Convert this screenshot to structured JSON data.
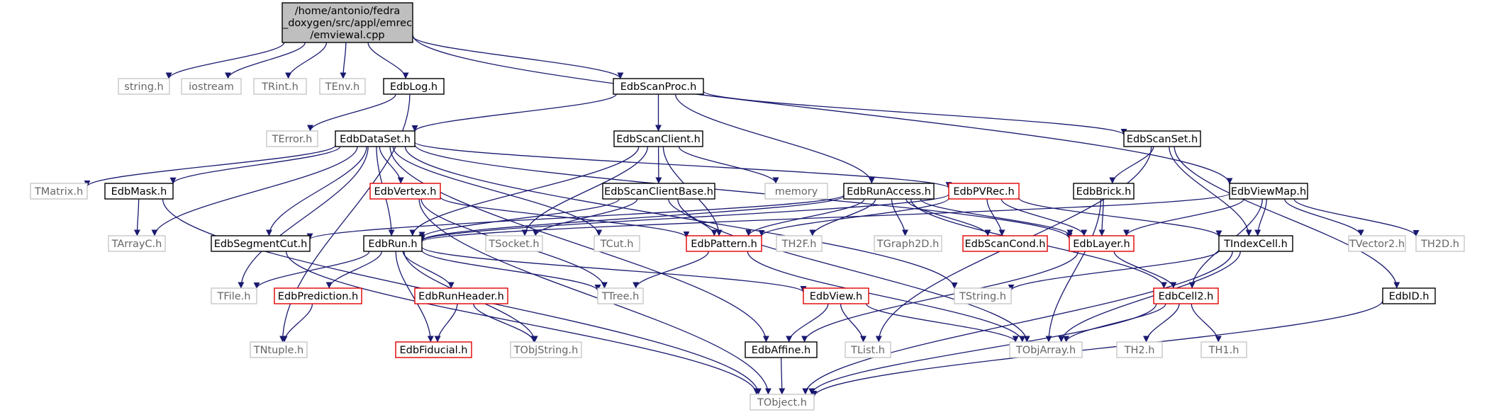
{
  "diagram": {
    "root_id": "emviewal",
    "colors": {
      "edge": "#191970",
      "root_fill": "#bfbfbf",
      "documented_border": "#000000",
      "incomplete_border": "#e00000",
      "external_border": "#c8c8c8"
    },
    "nodes": [
      {
        "id": "emviewal",
        "style": "root",
        "lines": [
          "/home/antonio/fedra",
          "_doxygen/src/appl/emrec",
          "/emviewal.cpp"
        ]
      },
      {
        "id": "string_h",
        "style": "gray",
        "lines": [
          "string.h"
        ]
      },
      {
        "id": "iostream",
        "style": "gray",
        "lines": [
          "iostream"
        ]
      },
      {
        "id": "TRint_h",
        "style": "gray",
        "lines": [
          "TRint.h"
        ]
      },
      {
        "id": "TEnv_h",
        "style": "gray",
        "lines": [
          "TEnv.h"
        ]
      },
      {
        "id": "EdbLog_h",
        "style": "black",
        "lines": [
          "EdbLog.h"
        ]
      },
      {
        "id": "EdbScanProc_h",
        "style": "black",
        "lines": [
          "EdbScanProc.h"
        ]
      },
      {
        "id": "TError_h",
        "style": "gray",
        "lines": [
          "TError.h"
        ]
      },
      {
        "id": "EdbDataSet_h",
        "style": "black",
        "lines": [
          "EdbDataSet.h"
        ]
      },
      {
        "id": "EdbScanClient_h",
        "style": "black",
        "lines": [
          "EdbScanClient.h"
        ]
      },
      {
        "id": "EdbScanSet_h",
        "style": "black",
        "lines": [
          "EdbScanSet.h"
        ]
      },
      {
        "id": "TMatrix_h",
        "style": "gray",
        "lines": [
          "TMatrix.h"
        ]
      },
      {
        "id": "EdbMask_h",
        "style": "black",
        "lines": [
          "EdbMask.h"
        ]
      },
      {
        "id": "EdbVertex_h",
        "style": "red",
        "lines": [
          "EdbVertex.h"
        ]
      },
      {
        "id": "EdbScanClientBase_h",
        "style": "black",
        "lines": [
          "EdbScanClientBase.h"
        ]
      },
      {
        "id": "memory",
        "style": "gray",
        "lines": [
          "memory"
        ]
      },
      {
        "id": "EdbRunAccess_h",
        "style": "black",
        "lines": [
          "EdbRunAccess.h"
        ]
      },
      {
        "id": "EdbPVRec_h",
        "style": "red",
        "lines": [
          "EdbPVRec.h"
        ]
      },
      {
        "id": "EdbBrick_h",
        "style": "black",
        "lines": [
          "EdbBrick.h"
        ]
      },
      {
        "id": "EdbViewMap_h",
        "style": "black",
        "lines": [
          "EdbViewMap.h"
        ]
      },
      {
        "id": "TArrayC_h",
        "style": "gray",
        "lines": [
          "TArrayC.h"
        ]
      },
      {
        "id": "EdbSegmentCut_h",
        "style": "black",
        "lines": [
          "EdbSegmentCut.h"
        ]
      },
      {
        "id": "EdbRun_h",
        "style": "black",
        "lines": [
          "EdbRun.h"
        ]
      },
      {
        "id": "TSocket_h",
        "style": "gray",
        "lines": [
          "TSocket.h"
        ]
      },
      {
        "id": "TCut_h",
        "style": "gray",
        "lines": [
          "TCut.h"
        ]
      },
      {
        "id": "EdbPattern_h",
        "style": "red",
        "lines": [
          "EdbPattern.h"
        ]
      },
      {
        "id": "TH2F_h",
        "style": "gray",
        "lines": [
          "TH2F.h"
        ]
      },
      {
        "id": "TGraph2D_h",
        "style": "gray",
        "lines": [
          "TGraph2D.h"
        ]
      },
      {
        "id": "EdbScanCond_h",
        "style": "red",
        "lines": [
          "EdbScanCond.h"
        ]
      },
      {
        "id": "EdbLayer_h",
        "style": "red",
        "lines": [
          "EdbLayer.h"
        ]
      },
      {
        "id": "TIndexCell_h",
        "style": "black",
        "lines": [
          "TIndexCell.h"
        ]
      },
      {
        "id": "TVector2_h",
        "style": "gray",
        "lines": [
          "TVector2.h"
        ]
      },
      {
        "id": "TH2D_h",
        "style": "gray",
        "lines": [
          "TH2D.h"
        ]
      },
      {
        "id": "TFile_h",
        "style": "gray",
        "lines": [
          "TFile.h"
        ]
      },
      {
        "id": "EdbPrediction_h",
        "style": "red",
        "lines": [
          "EdbPrediction.h"
        ]
      },
      {
        "id": "EdbRunHeader_h",
        "style": "red",
        "lines": [
          "EdbRunHeader.h"
        ]
      },
      {
        "id": "TTree_h",
        "style": "gray",
        "lines": [
          "TTree.h"
        ]
      },
      {
        "id": "EdbView_h",
        "style": "red",
        "lines": [
          "EdbView.h"
        ]
      },
      {
        "id": "TString_h",
        "style": "gray",
        "lines": [
          "TString.h"
        ]
      },
      {
        "id": "EdbCell2_h",
        "style": "red",
        "lines": [
          "EdbCell2.h"
        ]
      },
      {
        "id": "EdbID_h",
        "style": "black",
        "lines": [
          "EdbID.h"
        ]
      },
      {
        "id": "TNtuple_h",
        "style": "gray",
        "lines": [
          "TNtuple.h"
        ]
      },
      {
        "id": "EdbFiducial_h",
        "style": "red",
        "lines": [
          "EdbFiducial.h"
        ]
      },
      {
        "id": "TObjString_h",
        "style": "gray",
        "lines": [
          "TObjString.h"
        ]
      },
      {
        "id": "EdbAffine_h",
        "style": "black",
        "lines": [
          "EdbAffine.h"
        ]
      },
      {
        "id": "TList_h",
        "style": "gray",
        "lines": [
          "TList.h"
        ]
      },
      {
        "id": "TObjArray_h",
        "style": "gray",
        "lines": [
          "TObjArray.h"
        ]
      },
      {
        "id": "TH2_h",
        "style": "gray",
        "lines": [
          "TH2.h"
        ]
      },
      {
        "id": "TH1_h",
        "style": "gray",
        "lines": [
          "TH1.h"
        ]
      },
      {
        "id": "TObject_h",
        "style": "gray",
        "lines": [
          "TObject.h"
        ]
      }
    ],
    "edges": [
      [
        "emviewal",
        "string_h"
      ],
      [
        "emviewal",
        "iostream"
      ],
      [
        "emviewal",
        "TRint_h"
      ],
      [
        "emviewal",
        "TEnv_h"
      ],
      [
        "emviewal",
        "EdbLog_h"
      ],
      [
        "emviewal",
        "EdbScanProc_h"
      ],
      [
        "emviewal",
        "EdbViewMap_h"
      ],
      [
        "EdbLog_h",
        "TError_h"
      ],
      [
        "EdbLog_h",
        "TNtuple_h"
      ],
      [
        "EdbScanProc_h",
        "EdbDataSet_h"
      ],
      [
        "EdbScanProc_h",
        "EdbScanClient_h"
      ],
      [
        "EdbScanProc_h",
        "EdbScanSet_h"
      ],
      [
        "EdbScanProc_h",
        "EdbRunAccess_h"
      ],
      [
        "EdbDataSet_h",
        "TMatrix_h"
      ],
      [
        "EdbDataSet_h",
        "EdbMask_h"
      ],
      [
        "EdbDataSet_h",
        "EdbVertex_h"
      ],
      [
        "EdbDataSet_h",
        "EdbPVRec_h"
      ],
      [
        "EdbDataSet_h",
        "TArrayC_h"
      ],
      [
        "EdbDataSet_h",
        "EdbSegmentCut_h"
      ],
      [
        "EdbDataSet_h",
        "EdbRun_h"
      ],
      [
        "EdbDataSet_h",
        "TCut_h"
      ],
      [
        "EdbDataSet_h",
        "EdbLayer_h"
      ],
      [
        "EdbDataSet_h",
        "TFile_h"
      ],
      [
        "EdbDataSet_h",
        "TString_h"
      ],
      [
        "EdbDataSet_h",
        "EdbAffine_h"
      ],
      [
        "EdbMask_h",
        "TArrayC_h"
      ],
      [
        "EdbMask_h",
        "TObject_h"
      ],
      [
        "EdbVertex_h",
        "EdbPattern_h"
      ],
      [
        "EdbVertex_h",
        "TTree_h"
      ],
      [
        "EdbVertex_h",
        "TObject_h"
      ],
      [
        "EdbScanClient_h",
        "memory"
      ],
      [
        "EdbScanClient_h",
        "EdbScanClientBase_h"
      ],
      [
        "EdbScanClient_h",
        "TSocket_h"
      ],
      [
        "EdbScanClient_h",
        "EdbRun_h"
      ],
      [
        "EdbScanClient_h",
        "EdbPattern_h"
      ],
      [
        "EdbScanClientBase_h",
        "EdbRun_h"
      ],
      [
        "EdbScanClientBase_h",
        "TSocket_h"
      ],
      [
        "EdbScanClientBase_h",
        "EdbPattern_h"
      ],
      [
        "EdbScanClientBase_h",
        "TObjArray_h"
      ],
      [
        "EdbRunAccess_h",
        "EdbSegmentCut_h"
      ],
      [
        "EdbRunAccess_h",
        "EdbRun_h"
      ],
      [
        "EdbRunAccess_h",
        "EdbPattern_h"
      ],
      [
        "EdbRunAccess_h",
        "TH2F_h"
      ],
      [
        "EdbRunAccess_h",
        "TGraph2D_h"
      ],
      [
        "EdbRunAccess_h",
        "EdbScanCond_h"
      ],
      [
        "EdbRunAccess_h",
        "EdbLayer_h"
      ],
      [
        "EdbRunAccess_h",
        "EdbCell2_h"
      ],
      [
        "EdbPVRec_h",
        "EdbPattern_h"
      ],
      [
        "EdbPVRec_h",
        "EdbScanCond_h"
      ],
      [
        "EdbPVRec_h",
        "EdbLayer_h"
      ],
      [
        "EdbPVRec_h",
        "TIndexCell_h"
      ],
      [
        "EdbPVRec_h",
        "EdbRun_h"
      ],
      [
        "EdbScanSet_h",
        "EdbBrick_h"
      ],
      [
        "EdbScanSet_h",
        "TIndexCell_h"
      ],
      [
        "EdbScanSet_h",
        "EdbID_h"
      ],
      [
        "EdbScanSet_h",
        "TList_h"
      ],
      [
        "EdbBrick_h",
        "EdbLayer_h"
      ],
      [
        "EdbBrick_h",
        "TObjArray_h"
      ],
      [
        "EdbViewMap_h",
        "EdbRun_h"
      ],
      [
        "EdbViewMap_h",
        "EdbLayer_h"
      ],
      [
        "EdbViewMap_h",
        "TIndexCell_h"
      ],
      [
        "EdbViewMap_h",
        "TVector2_h"
      ],
      [
        "EdbViewMap_h",
        "TH2D_h"
      ],
      [
        "EdbViewMap_h",
        "EdbCell2_h"
      ],
      [
        "EdbRun_h",
        "TFile_h"
      ],
      [
        "EdbRun_h",
        "EdbPrediction_h"
      ],
      [
        "EdbRun_h",
        "EdbRunHeader_h"
      ],
      [
        "EdbRun_h",
        "TTree_h"
      ],
      [
        "EdbRun_h",
        "EdbView_h"
      ],
      [
        "EdbRun_h",
        "EdbFiducial_h"
      ],
      [
        "EdbRun_h",
        "TObjString_h"
      ],
      [
        "EdbRunHeader_h",
        "EdbFiducial_h"
      ],
      [
        "EdbRunHeader_h",
        "TObjString_h"
      ],
      [
        "EdbPrediction_h",
        "TNtuple_h"
      ],
      [
        "EdbSegmentCut_h",
        "TObject_h"
      ],
      [
        "EdbPattern_h",
        "TTree_h"
      ],
      [
        "EdbPattern_h",
        "TObjArray_h"
      ],
      [
        "EdbLayer_h",
        "EdbCell2_h"
      ],
      [
        "EdbLayer_h",
        "EdbAffine_h"
      ],
      [
        "TIndexCell_h",
        "TString_h"
      ],
      [
        "TIndexCell_h",
        "TObjArray_h"
      ],
      [
        "TIndexCell_h",
        "TObject_h"
      ],
      [
        "EdbView_h",
        "EdbAffine_h"
      ],
      [
        "EdbView_h",
        "TList_h"
      ],
      [
        "EdbView_h",
        "TObjArray_h"
      ],
      [
        "EdbCell2_h",
        "TObjArray_h"
      ],
      [
        "EdbCell2_h",
        "TH2_h"
      ],
      [
        "EdbCell2_h",
        "TH1_h"
      ],
      [
        "EdbCell2_h",
        "TObject_h"
      ],
      [
        "EdbAffine_h",
        "TObject_h"
      ],
      [
        "EdbID_h",
        "TObject_h"
      ]
    ]
  }
}
